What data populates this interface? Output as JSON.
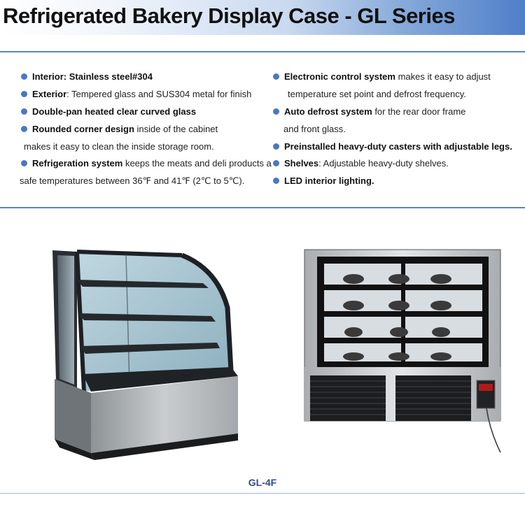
{
  "header": {
    "title": "Refrigerated Bakery Display Case - GL Series"
  },
  "features": {
    "left": [
      {
        "bold": "Interior: Stainless steel#304",
        "text": ""
      },
      {
        "bold": "Exterior",
        "text": ":  Tempered glass and SUS304 metal for finish"
      },
      {
        "bold": "Double-pan heated clear curved glass",
        "text": ""
      },
      {
        "bold": "Rounded corner design",
        "text": " inside of the cabinet"
      },
      {
        "cont": "makes it easy to clean the inside storage room."
      },
      {
        "bold": "Refrigeration system",
        "text": " keeps the meats and deli products a"
      },
      {
        "cont": "safe temperatures between 36℉ and 41℉ (2℃ to 5℃)."
      }
    ],
    "right": [
      {
        "bold": "Electronic control system",
        "text": " makes it easy to adjust"
      },
      {
        "cont": "temperature set point and defrost frequency."
      },
      {
        "bold": "Auto defrost system",
        "text": " for the rear door frame"
      },
      {
        "cont": "and front glass."
      },
      {
        "bold": "Preinstalled heavy-duty casters with adjustable legs.",
        "text": ""
      },
      {
        "bold": "Shelves",
        "text": ": Adjustable heavy-duty shelves."
      },
      {
        "bold": "LED interior lighting.",
        "text": ""
      }
    ]
  },
  "colors": {
    "accent": "#4a78c2",
    "rule": "#5b83c8",
    "caption": "#2e4f86"
  },
  "products": [
    {
      "view": "angled-front",
      "icon": "curved-glass-display-case"
    },
    {
      "view": "rear",
      "icon": "sliding-door-display-case"
    }
  ],
  "caption": "GL-4F"
}
